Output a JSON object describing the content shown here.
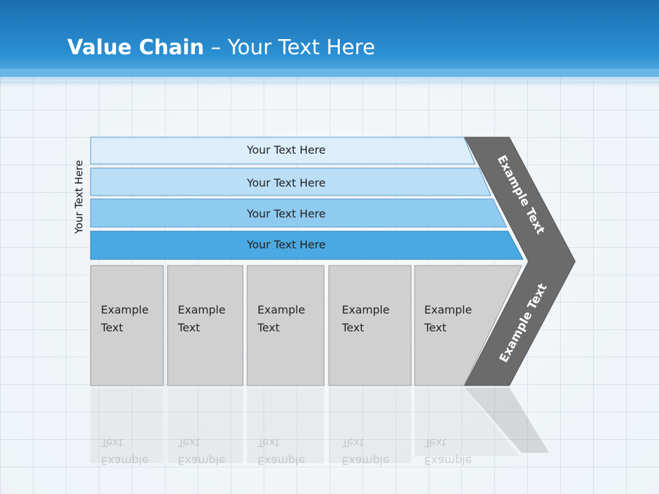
{
  "slide": {
    "title_bold": "Value Chain",
    "title_rest": " – Your Text Here",
    "side_label": "Your Text Here",
    "bars": [
      {
        "label": "Your Text Here",
        "color": "#dbeefa"
      },
      {
        "label": "Your Text Here",
        "color": "#b9def6"
      },
      {
        "label": "Your Text Here",
        "color": "#8fcaf0"
      },
      {
        "label": "Your Text Here",
        "color": "#4aa9e2"
      }
    ],
    "boxes": [
      {
        "label": "Example\nText"
      },
      {
        "label": "Example\nText"
      },
      {
        "label": "Example\nText"
      },
      {
        "label": "Example\nText"
      },
      {
        "label": "Example\nText"
      }
    ],
    "arrow_top_label": "Example Text",
    "arrow_bottom_label": "Example Text",
    "colors": {
      "header": "#2a8fd3",
      "box_fill": "#d0d0d0",
      "arrow_fill": "#6b6b6b"
    }
  }
}
